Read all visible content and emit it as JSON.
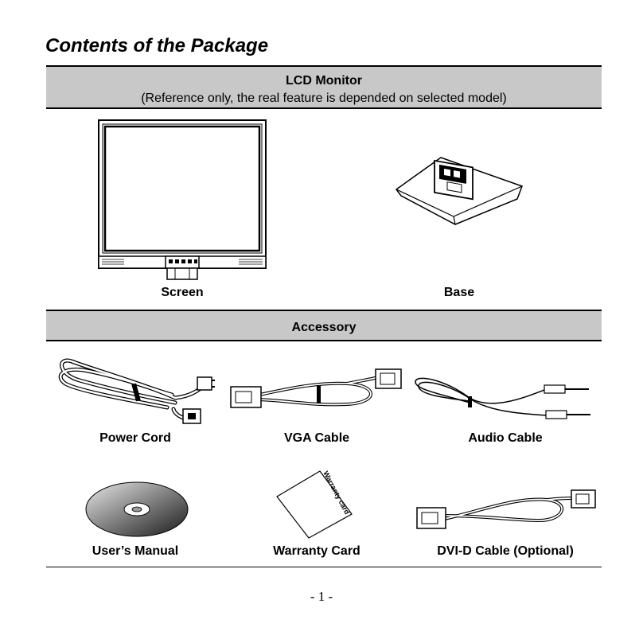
{
  "page_title": "Contents of the Package",
  "monitor_section": {
    "title": "LCD Monitor",
    "subtitle": "(Reference only, the real feature is depended on selected model)",
    "items": [
      {
        "label": "Screen",
        "icon": "lcd-screen-icon"
      },
      {
        "label": "Base",
        "icon": "monitor-base-icon"
      }
    ]
  },
  "accessory_section": {
    "title": "Accessory",
    "items": [
      {
        "label": "Power Cord",
        "icon": "power-cord-icon"
      },
      {
        "label": "VGA Cable",
        "icon": "vga-cable-icon"
      },
      {
        "label": "Audio Cable",
        "icon": "audio-cable-icon"
      },
      {
        "label": "User’s Manual",
        "icon": "cd-disc-icon"
      },
      {
        "label": "Warranty Card",
        "icon": "warranty-card-icon"
      },
      {
        "label": "DVI-D Cable (Optional)",
        "icon": "dvi-cable-icon"
      }
    ]
  },
  "warranty_card_text": "Warranty card",
  "page_number": "- 1 -"
}
